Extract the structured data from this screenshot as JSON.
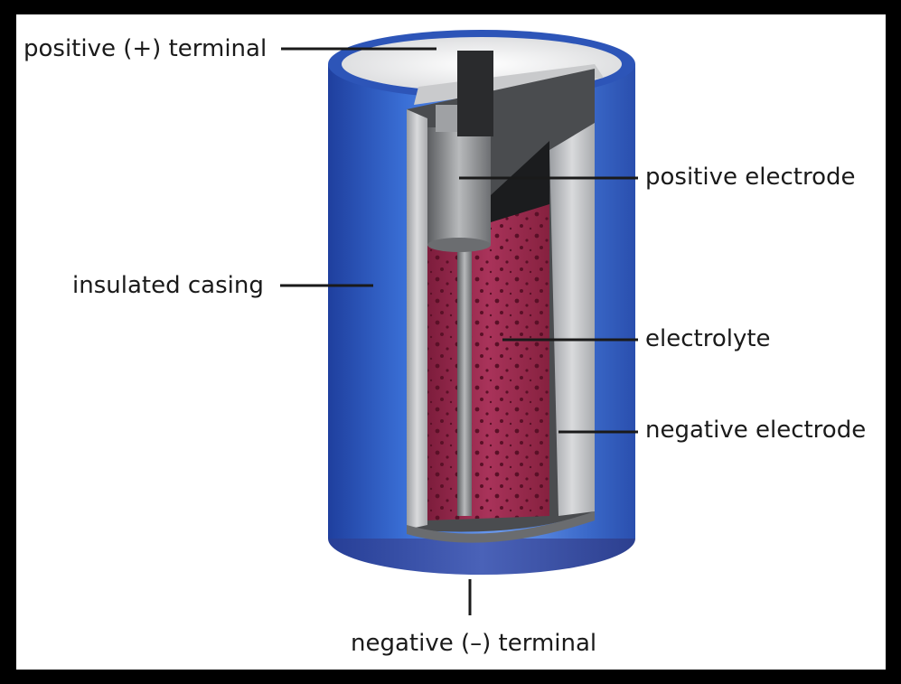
{
  "labels": {
    "positive_terminal": "positive (+) terminal",
    "positive_electrode": "positive electrode",
    "insulated_casing": "insulated casing",
    "electrolyte": "electrolyte",
    "negative_electrode": "negative electrode",
    "negative_terminal": "negative (–) terminal"
  },
  "colors": {
    "frame": "#000000",
    "background": "#ffffff",
    "casing_blue": "#2f5fc4",
    "casing_dark": "#1e3a8c",
    "electrolyte_crimson": "#9b2a4e",
    "electrode_gray": "#8a8c8f",
    "leader_line": "#1a1a1a"
  }
}
